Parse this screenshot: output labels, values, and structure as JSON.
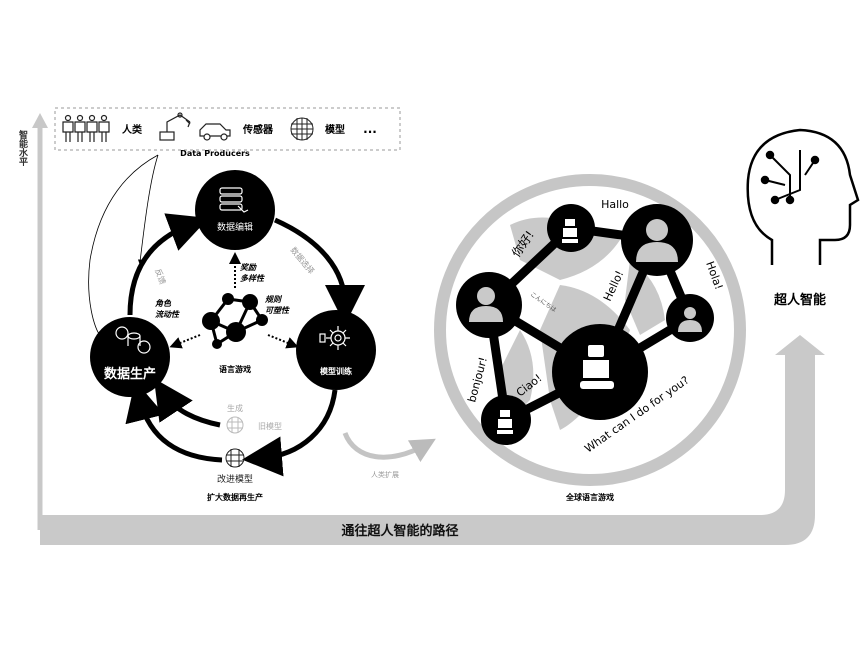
{
  "axis": {
    "label": "智能水平"
  },
  "producers": {
    "humans": "人类",
    "sensors": "传感器",
    "models": "模型",
    "more": "...",
    "caption": "Data Producers"
  },
  "cycle": {
    "data_editing": "数据编辑",
    "data_production": "数据生产",
    "model_training": "模型训练",
    "feedback": "反馈",
    "data_selection": "数据选择",
    "reward_diversity": [
      "奖励",
      "多样性"
    ],
    "role_fluidity": [
      "角色",
      "流动性"
    ],
    "rule_plasticity": [
      "规则",
      "可塑性"
    ],
    "language_game": "语言游戏",
    "generate": "生成",
    "old_model": "旧模型",
    "improved_model": "改进模型",
    "caption": "扩大数据再生产"
  },
  "expansion": {
    "label": "人类扩展"
  },
  "global": {
    "caption": "全球语言游戏",
    "greetings": {
      "nihao": "你好!",
      "hallo": "Hallo",
      "hello": "Hello!",
      "hola": "Hola!",
      "konnichiwa": "こんにちは",
      "bonjour": "bonjour!",
      "ciao": "Ciao!",
      "what_can": "What can I do for you?"
    }
  },
  "superhuman": {
    "label": "超人智能"
  },
  "path": {
    "label": "通往超人智能的路径"
  }
}
